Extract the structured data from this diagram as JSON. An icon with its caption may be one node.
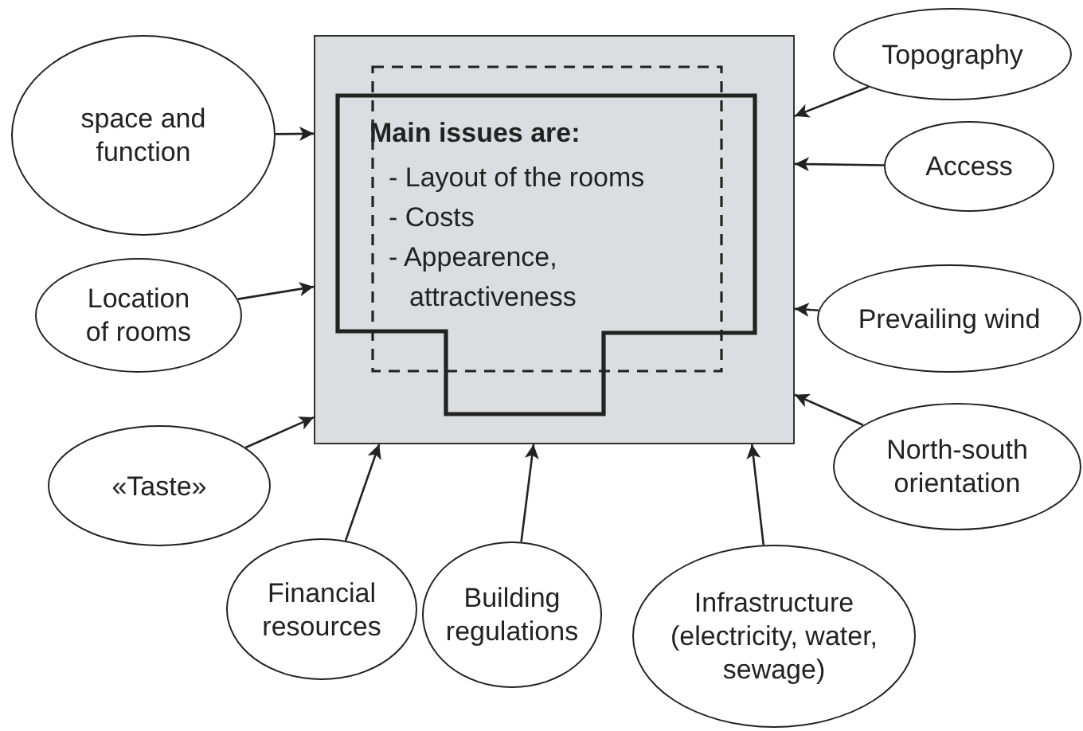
{
  "diagram": {
    "nodes": [
      {
        "text": [
          "Main issues are:",
          "- Layout of the rooms",
          "- Costs",
          "- Appearence, attractiveness"
        ]
      },
      {
        "text": [
          "space and function"
        ]
      },
      {
        "text": [
          "Location of rooms"
        ]
      },
      {
        "text": [
          "«Taste»"
        ]
      },
      {
        "text": [
          "Topography"
        ]
      },
      {
        "text": [
          "Access"
        ]
      },
      {
        "text": [
          "Prevailing wind"
        ]
      },
      {
        "text": [
          "North-south orientation"
        ]
      },
      {
        "text": [
          "Financial resources"
        ]
      },
      {
        "text": [
          "Building regulations"
        ]
      },
      {
        "text": [
          "Infrastructure (electricity, water, sewage)"
        ]
      }
    ],
    "edges": [
      {
        "from": 1,
        "to": 0,
        "arrow": "to"
      },
      {
        "from": 2,
        "to": 0,
        "arrow": "to"
      },
      {
        "from": 3,
        "to": 0,
        "arrow": "to"
      },
      {
        "from": 4,
        "to": 0,
        "arrow": "to"
      },
      {
        "from": 5,
        "to": 0,
        "arrow": "to"
      },
      {
        "from": 6,
        "to": 0,
        "arrow": "to"
      },
      {
        "from": 7,
        "to": 0,
        "arrow": "to"
      },
      {
        "from": 8,
        "to": 0,
        "arrow": "to"
      },
      {
        "from": 9,
        "to": 0,
        "arrow": "to"
      },
      {
        "from": 10,
        "to": 0,
        "arrow": "to"
      }
    ]
  }
}
